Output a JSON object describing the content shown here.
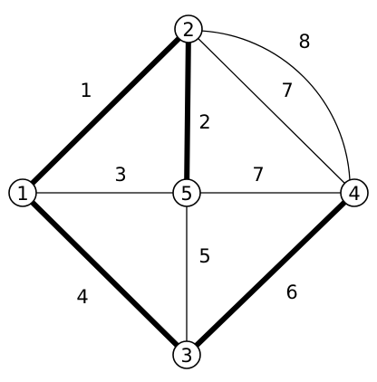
{
  "graph": {
    "nodes": [
      {
        "id": "1",
        "label": "1"
      },
      {
        "id": "2",
        "label": "2"
      },
      {
        "id": "3",
        "label": "3"
      },
      {
        "id": "4",
        "label": "4"
      },
      {
        "id": "5",
        "label": "5"
      }
    ],
    "edges": [
      {
        "from": "1",
        "to": "2",
        "weight": "1",
        "highlighted": true
      },
      {
        "from": "2",
        "to": "5",
        "weight": "2",
        "highlighted": true
      },
      {
        "from": "1",
        "to": "5",
        "weight": "3",
        "highlighted": false
      },
      {
        "from": "1",
        "to": "3",
        "weight": "4",
        "highlighted": true
      },
      {
        "from": "5",
        "to": "3",
        "weight": "5",
        "highlighted": false
      },
      {
        "from": "3",
        "to": "4",
        "weight": "6",
        "highlighted": true
      },
      {
        "from": "5",
        "to": "4",
        "weight": "7",
        "highlighted": false
      },
      {
        "from": "2",
        "to": "4",
        "weight": "7",
        "highlighted": false
      },
      {
        "from": "2",
        "to": "4",
        "weight": "8",
        "highlighted": false,
        "curved": true
      }
    ]
  }
}
